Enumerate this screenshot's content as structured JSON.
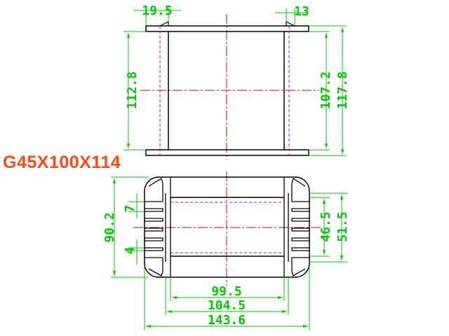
{
  "title": "G45X100X114",
  "colors": {
    "outline": "#000000",
    "dimension": "#00cc00",
    "centerline": "#ee0000",
    "hidden": "#cc00cc",
    "title": "#ff4a12"
  },
  "dimensions": {
    "top_view": {
      "flange_width_left": "19.5",
      "flange_width_right": "13",
      "inner_height": "112.8",
      "window_height": "107.2",
      "overall_height": "117.8"
    },
    "bottom_view": {
      "fin_pitch": "7",
      "fin_gap": "4",
      "overall_height": "90.2",
      "window_height": "46.5",
      "inner_height": "51.5",
      "inner_width": "99.5",
      "window_width": "104.5",
      "overall_width": "143.6"
    }
  }
}
